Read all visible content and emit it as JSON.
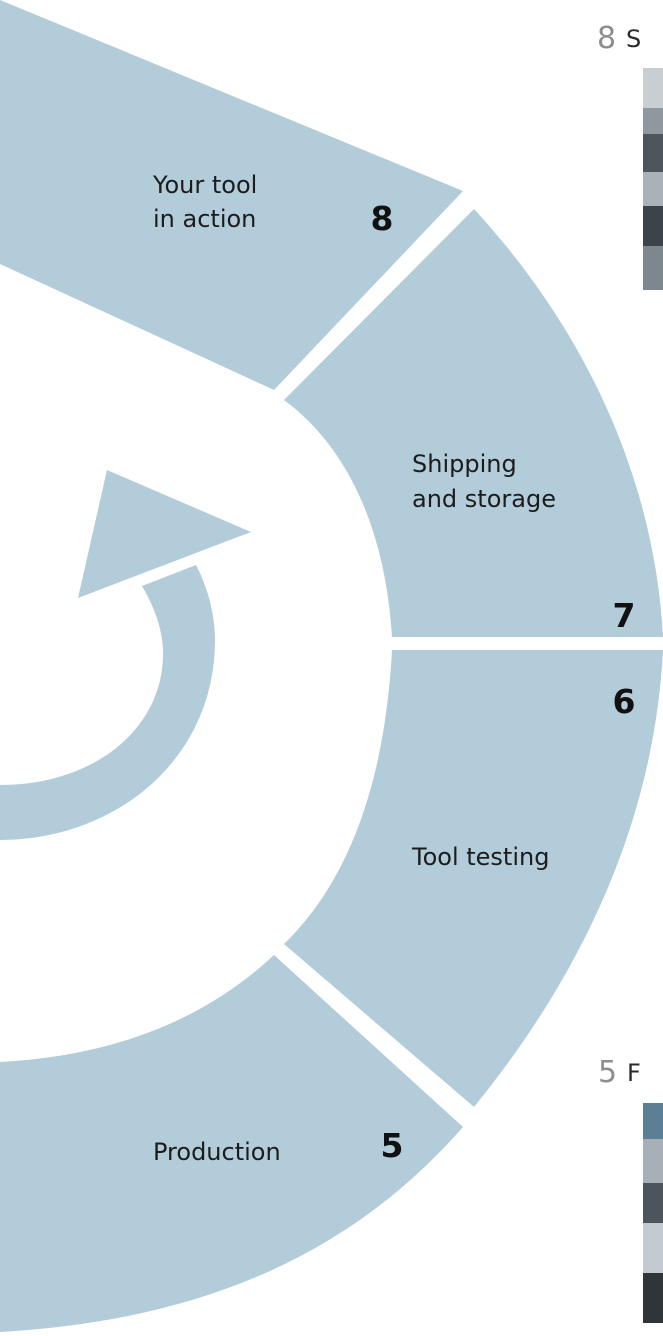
{
  "segments": [
    {
      "number": "8",
      "label_lines": [
        "Your tool",
        "in action"
      ]
    },
    {
      "number": "7",
      "label_lines": [
        "Shipping",
        "and storage"
      ]
    },
    {
      "number": "6",
      "label_lines": [
        "Tool testing"
      ]
    },
    {
      "number": "5",
      "label_lines": [
        "Production"
      ]
    }
  ],
  "side_captions": [
    {
      "number": "8",
      "text": "S"
    },
    {
      "number": "5",
      "text": "F"
    }
  ],
  "colors": {
    "segment": "#b3ccd9",
    "side_number": "#8e8e8e"
  }
}
